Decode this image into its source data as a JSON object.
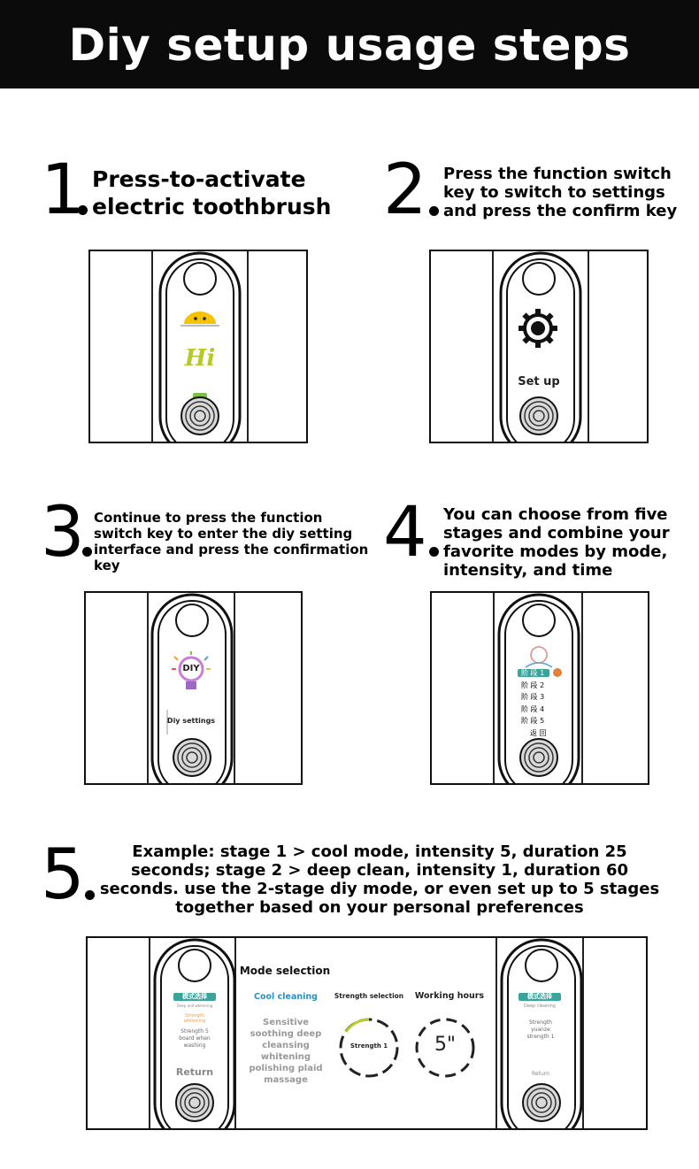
{
  "header": {
    "title": "Diy setup usage steps"
  },
  "steps": [
    {
      "number": "1",
      "text": "Press-to-activate electric toothbrush"
    },
    {
      "number": "2",
      "text": "Press the function switch key to switch to settings and press the confirm key"
    },
    {
      "number": "3",
      "text": "Continue to press the function switch key to enter the diy setting interface and press the confirmation key"
    },
    {
      "number": "4",
      "text": "You can choose from five stages and combine your favorite modes by mode, intensity, and time"
    },
    {
      "number": "5",
      "text": "Example: stage 1 > cool mode, intensity 5, duration 25 seconds; stage 2 > deep clean, intensity 1, duration 60 seconds. use the 2-stage diy mode, or even set up to 5 stages together based on your personal preferences"
    }
  ],
  "screens": {
    "s1": {
      "greeting": "Hi"
    },
    "s2": {
      "label": "Set up"
    },
    "s3": {
      "badge": "DIY",
      "label": "Diy settings"
    },
    "s4": {
      "items": [
        "阶 段 1",
        "阶 段 2",
        "阶 段 3",
        "阶 段 4",
        "阶 段 5"
      ],
      "back": "返 回"
    },
    "s5": {
      "left_header": "模式选择",
      "left_sub": "Deep and whitening",
      "left_faint": "Strength whitening",
      "left_strength": "Strength 5 board when washing",
      "left_return": "Return",
      "mode_title": "Mode selection",
      "mode_selected": "Cool cleaning",
      "mode_list": [
        "Sensitive",
        "soothing deep",
        "cleansing",
        "whitening",
        "polishing plaid",
        "massage"
      ],
      "strength_title": "Strength selection",
      "strength_value": "Strength 1",
      "hours_title": "Working hours",
      "hours_value": "5\"",
      "right_header": "模式选择",
      "right_sub": "Deep cleaning",
      "right_strength": "Strength yuanze strength 1",
      "right_return": "Return"
    }
  },
  "colors": {
    "banner": "#0b0b0b",
    "accent_teal": "#3aa39a",
    "accent_yellow": "#b9cc2e",
    "selected_blue": "#2e8fc0"
  }
}
